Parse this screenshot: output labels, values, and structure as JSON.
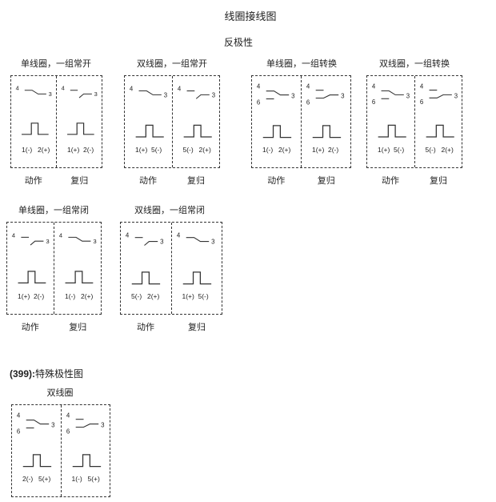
{
  "title": "线圈接线图",
  "subtitle": "反极性",
  "special_heading": {
    "prefix": "(399):",
    "text": "特殊极性图"
  },
  "groups": [
    {
      "title": "单线圈，一组常开",
      "captions": [
        "动作",
        "复归"
      ],
      "panels": [
        {
          "switch": "closed",
          "changeover": false,
          "labels": [
            "1(-)",
            "2(+)"
          ]
        },
        {
          "switch": "open",
          "changeover": false,
          "labels": [
            "1(+)",
            "2(-)"
          ]
        }
      ]
    },
    {
      "title": "双线圈，一组常开",
      "captions": [
        "动作",
        "复归"
      ],
      "panels": [
        {
          "switch": "closed",
          "changeover": false,
          "labels": [
            "1(+)",
            "5(-)"
          ]
        },
        {
          "switch": "open",
          "changeover": false,
          "labels": [
            "5(-)",
            "2(+)"
          ]
        }
      ]
    },
    {
      "title": "单线圈，一组转换",
      "captions": [
        "动作",
        "复归"
      ],
      "panels": [
        {
          "switch": "4-3",
          "changeover": true,
          "labels": [
            "1(-)",
            "2(+)"
          ]
        },
        {
          "switch": "6-3",
          "changeover": true,
          "labels": [
            "1(+)",
            "2(-)"
          ]
        }
      ]
    },
    {
      "title": "双线圈，一组转换",
      "captions": [
        "动作",
        "复归"
      ],
      "panels": [
        {
          "switch": "4-3",
          "changeover": true,
          "labels": [
            "1(+)",
            "5(-)"
          ]
        },
        {
          "switch": "6-3",
          "changeover": true,
          "labels": [
            "5(-)",
            "2(+)"
          ]
        }
      ]
    },
    {
      "title": "单线圈，一组常闭",
      "captions": [
        "动作",
        "复归"
      ],
      "panels": [
        {
          "switch": "open",
          "changeover": false,
          "labels": [
            "1(+)",
            "2(-)"
          ]
        },
        {
          "switch": "closed",
          "changeover": false,
          "labels": [
            "1(-)",
            "2(+)"
          ]
        }
      ]
    },
    {
      "title": "双线圈，一组常闭",
      "captions": [
        "动作",
        "复归"
      ],
      "panels": [
        {
          "switch": "open",
          "changeover": false,
          "labels": [
            "5(-)",
            "2(+)"
          ]
        },
        {
          "switch": "closed",
          "changeover": false,
          "labels": [
            "1(+)",
            "5(-)"
          ]
        }
      ]
    },
    {
      "title": "双线圈",
      "captions": [],
      "panels": [
        {
          "switch": "4-3",
          "changeover": true,
          "labels": [
            "2(-)",
            "5(+)"
          ]
        },
        {
          "switch": "6-3",
          "changeover": true,
          "labels": [
            "1(-)",
            "5(+)"
          ]
        }
      ]
    }
  ]
}
